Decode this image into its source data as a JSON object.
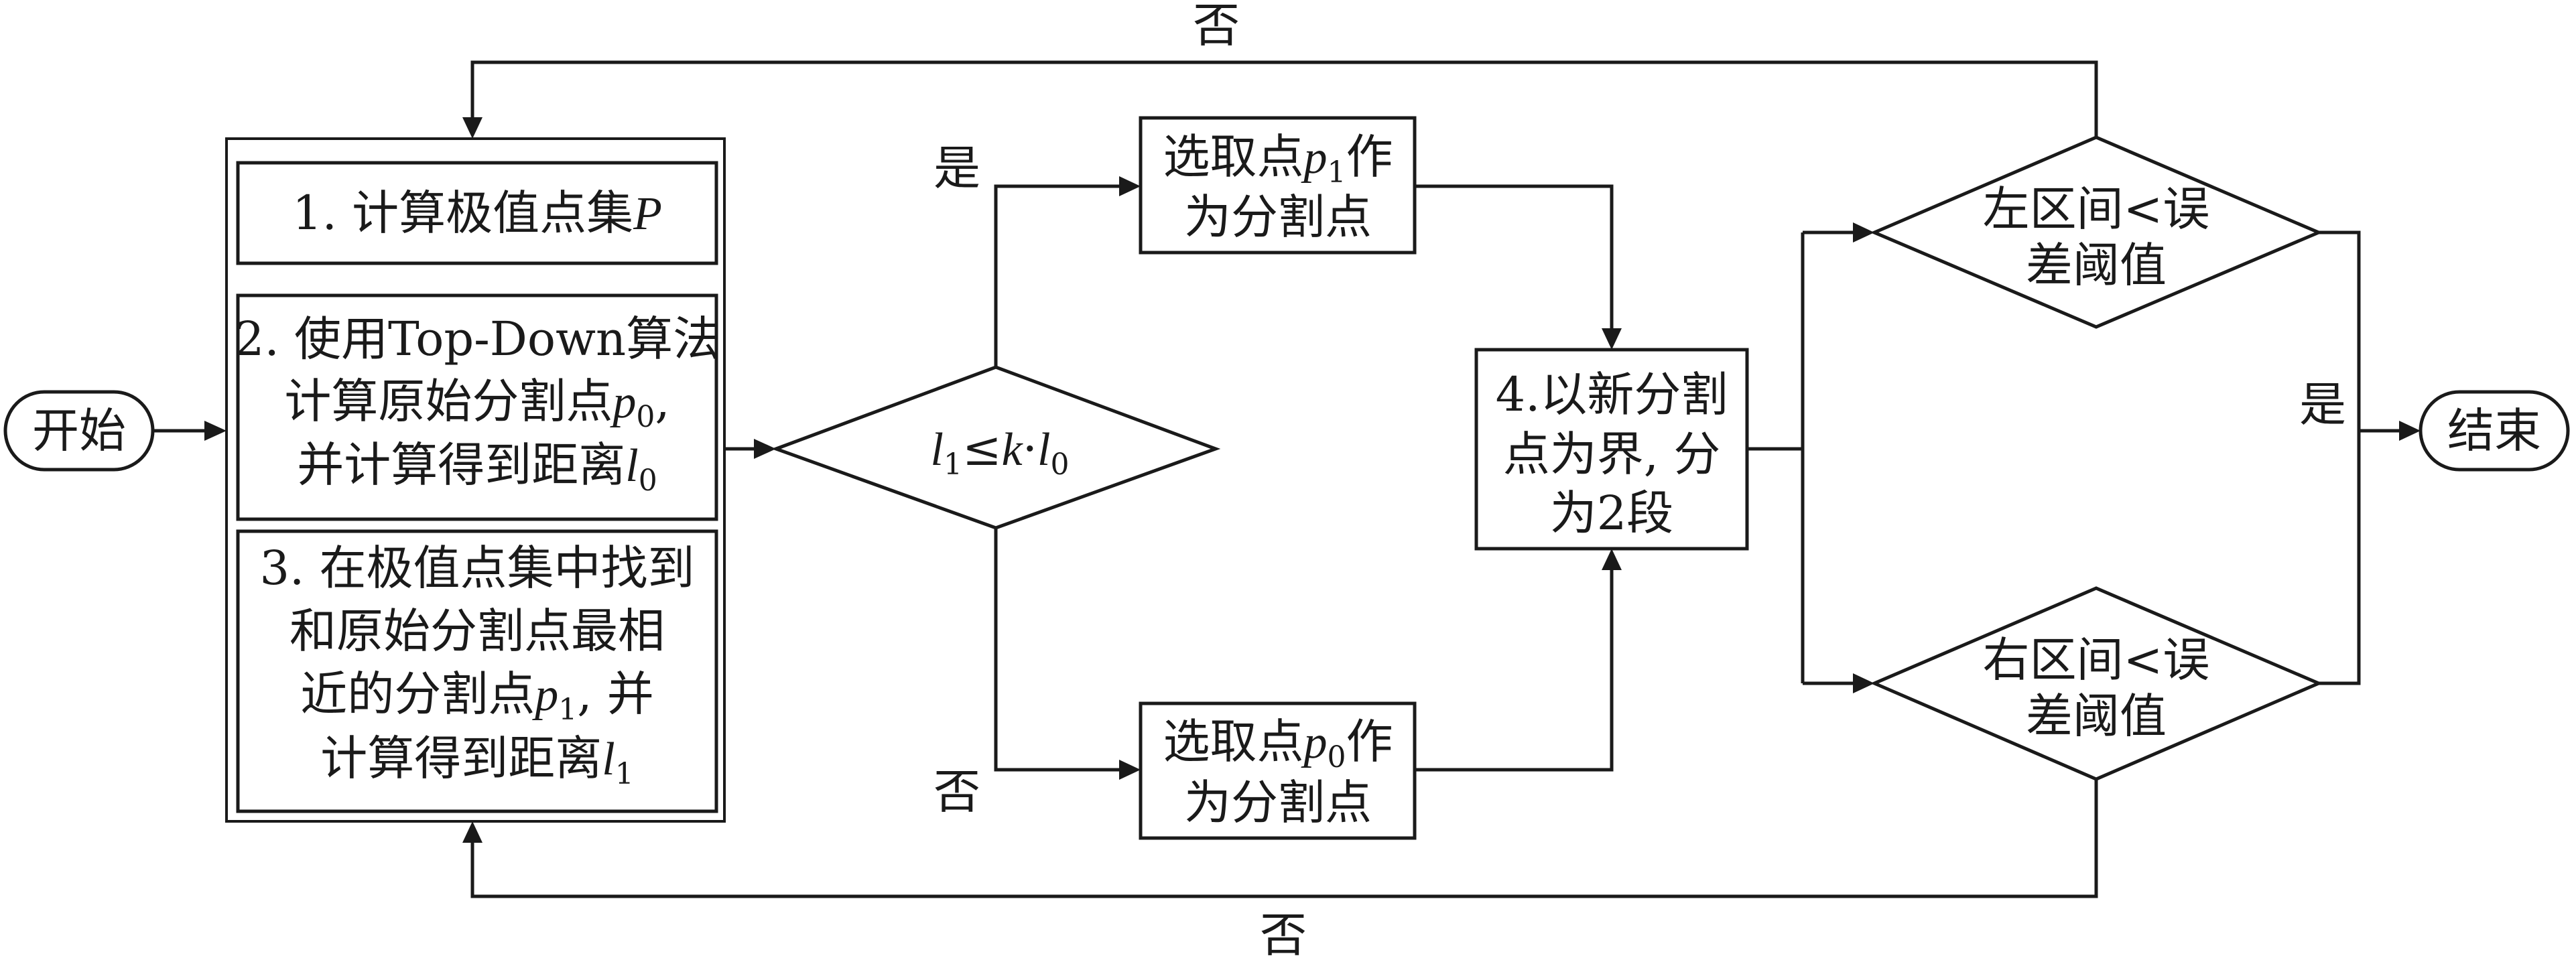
{
  "nodes": {
    "start": {
      "label": "开始"
    },
    "end": {
      "label": "结束"
    },
    "step1": {
      "text": "1. 计算极值点集",
      "var": "P"
    },
    "step2": {
      "line1": "2. 使用Top-Down算法",
      "line2_text": "计算原始分割点",
      "line2_var": "p",
      "line2_sub": "0",
      "line2_tail": ",",
      "line3_text": "并计算得到距离",
      "line3_var": "l",
      "line3_sub": "0"
    },
    "step3": {
      "line1": "3. 在极值点集中找到",
      "line2": "和原始分割点最相",
      "line3_text": "近的分割点",
      "line3_var": "p",
      "line3_sub": "1",
      "line3_tail": ", 并",
      "line4_text": "计算得到距离",
      "line4_var": "l",
      "line4_sub": "1"
    },
    "condition": {
      "lhs_var": "l",
      "lhs_sub": "1",
      "op": "≤",
      "k": "k",
      "dot": "·",
      "rhs_var": "l",
      "rhs_sub": "0"
    },
    "select_p1": {
      "line1_text": "选取点",
      "line1_var": "p",
      "line1_sub": "1",
      "line1_tail": "作",
      "line2": "为分割点"
    },
    "select_p0": {
      "line1_text": "选取点",
      "line1_var": "p",
      "line1_sub": "0",
      "line1_tail": "作",
      "line2": "为分割点"
    },
    "step4": {
      "line1": "4.以新分割",
      "line2": "点为界, 分",
      "line3": "为2段"
    },
    "left_check": {
      "line1": "左区间<误",
      "line2": "差阈值"
    },
    "right_check": {
      "line1": "右区间<误",
      "line2": "差阈值"
    }
  },
  "edge_labels": {
    "cond_yes": "是",
    "cond_no": "否",
    "top_no": "否",
    "bottom_no": "否",
    "end_yes": "是"
  }
}
